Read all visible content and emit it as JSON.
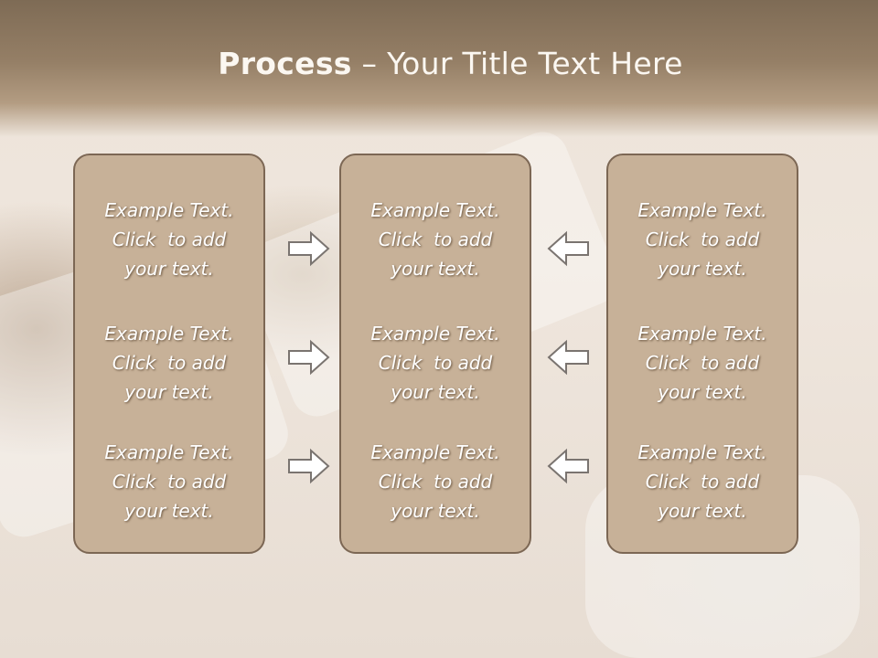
{
  "slide": {
    "title_bold": "Process",
    "title_rest": " – Your Title Text Here"
  },
  "columns": [
    {
      "blocks": [
        {
          "line1": "Example Text.",
          "line2": "Click  to add",
          "line3": "your text."
        },
        {
          "line1": "Example Text.",
          "line2": "Click  to add",
          "line3": "your text."
        },
        {
          "line1": "Example Text.",
          "line2": "Click  to add",
          "line3": "your text."
        }
      ]
    },
    {
      "blocks": [
        {
          "line1": "Example Text.",
          "line2": "Click  to add",
          "line3": "your text."
        },
        {
          "line1": "Example Text.",
          "line2": "Click  to add",
          "line3": "your text."
        },
        {
          "line1": "Example Text.",
          "line2": "Click  to add",
          "line3": "your text."
        }
      ]
    },
    {
      "blocks": [
        {
          "line1": "Example Text.",
          "line2": "Click  to add",
          "line3": "your text."
        },
        {
          "line1": "Example Text.",
          "line2": "Click  to add",
          "line3": "your text."
        },
        {
          "line1": "Example Text.",
          "line2": "Click  to add",
          "line3": "your text."
        }
      ]
    }
  ],
  "arrows": {
    "left_group": [
      "right-arrow-icon",
      "right-arrow-icon",
      "right-arrow-icon"
    ],
    "right_group": [
      "left-arrow-icon",
      "left-arrow-icon",
      "left-arrow-icon"
    ]
  },
  "colors": {
    "panel_fill": "#c7b198",
    "panel_border": "#7c6754",
    "header": "#8a765f",
    "text": "#ffffff",
    "arrow_stroke": "#7a7470"
  }
}
